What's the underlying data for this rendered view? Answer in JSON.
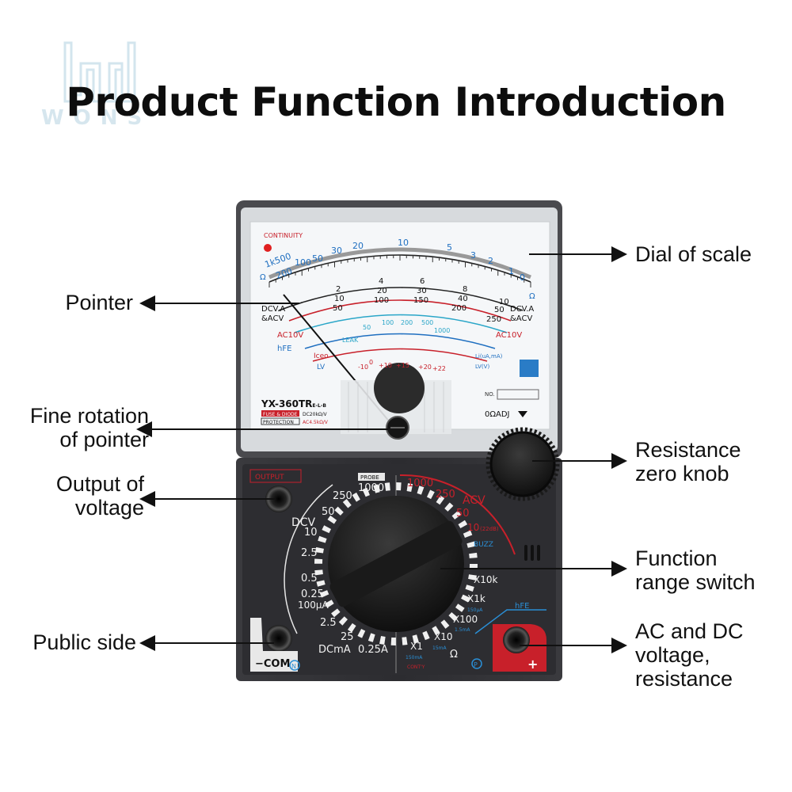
{
  "watermark": {
    "text": "WONS"
  },
  "title": "Product Function Introduction",
  "callouts": {
    "dial": [
      "Dial of scale"
    ],
    "pointer": [
      "Pointer"
    ],
    "fine": [
      "Fine rotation",
      "of pointer"
    ],
    "zero": [
      "Resistance",
      "zero knob"
    ],
    "output": [
      "Output of",
      "voltage"
    ],
    "switch": [
      "Function",
      "range switch"
    ],
    "public": [
      "Public side"
    ],
    "acdc": [
      "AC and DC",
      "voltage,",
      "resistance"
    ]
  },
  "meter": {
    "continuity": "CONTINUITY",
    "top_scale": [
      "1k500",
      "200",
      "100",
      "50",
      "30",
      "20",
      "10",
      "5",
      "3",
      "2",
      "1",
      "0"
    ],
    "omega": "Ω",
    "dcv_left": [
      "DCV.A",
      "&ACV"
    ],
    "dcv_right": [
      "DCV.A",
      "&ACV"
    ],
    "mid1": [
      "2",
      "4",
      "6",
      "8",
      "10"
    ],
    "mid2": [
      "10",
      "20",
      "30",
      "40",
      "50"
    ],
    "mid3": [
      "50",
      "100",
      "150",
      "200",
      "250"
    ],
    "ac10v": "AC10V",
    "li_scale": [
      "50",
      "100",
      "200",
      "500",
      "1000"
    ],
    "leak": "LEAK",
    "hfe": "hFE",
    "iceo": "Iceo",
    "lv": "LV",
    "db_scale": [
      "-10",
      "0",
      "+10",
      "+15",
      "+20",
      "+22"
    ],
    "li_label": "Li(uA,mA)",
    "lv_label": "LV(V)",
    "no_label": "NO.",
    "model": "YX-360TR",
    "model_suffix": "E-L-B",
    "fuse": "FUSE & DIODE",
    "protection": "PROTECTION",
    "dc_sens": "DC20kΩ/V",
    "ac_sens": "AC4.5kΩ/V",
    "adj": "0ΩADJ"
  },
  "panel": {
    "output": "OUTPUT",
    "probe": "PROBE",
    "dcv_label": "DCV",
    "dcv_ranges": [
      "1000",
      "250",
      "50",
      "10",
      "2.5",
      "0.5",
      "0.25"
    ],
    "dcma_ranges": [
      "100μA",
      "2.5",
      "25",
      "0.25A"
    ],
    "dcma_label": "DCmA",
    "acv_label": "ACV",
    "acv_ranges": [
      "1000",
      "250",
      "50",
      "10"
    ],
    "acv_db": "(22dB)",
    "buzz": "BUZZ",
    "ohm_ranges": [
      "X10k",
      "X1k",
      "X100",
      "X10",
      "X1"
    ],
    "ohm_sub": [
      "150μA",
      "1.5mA",
      "15mA",
      "150mA"
    ],
    "ohm": "Ω",
    "cont": "CONT'Y",
    "hfe": "hFE",
    "com": "−COM",
    "plus": "+",
    "n_mark": "N",
    "p_mark": "P"
  },
  "colors": {
    "body": "#2b2b2e",
    "face": "#f4f6f8",
    "red": "#c8202a",
    "blue": "#1f6fc0",
    "cyan": "#2aa6c8"
  }
}
